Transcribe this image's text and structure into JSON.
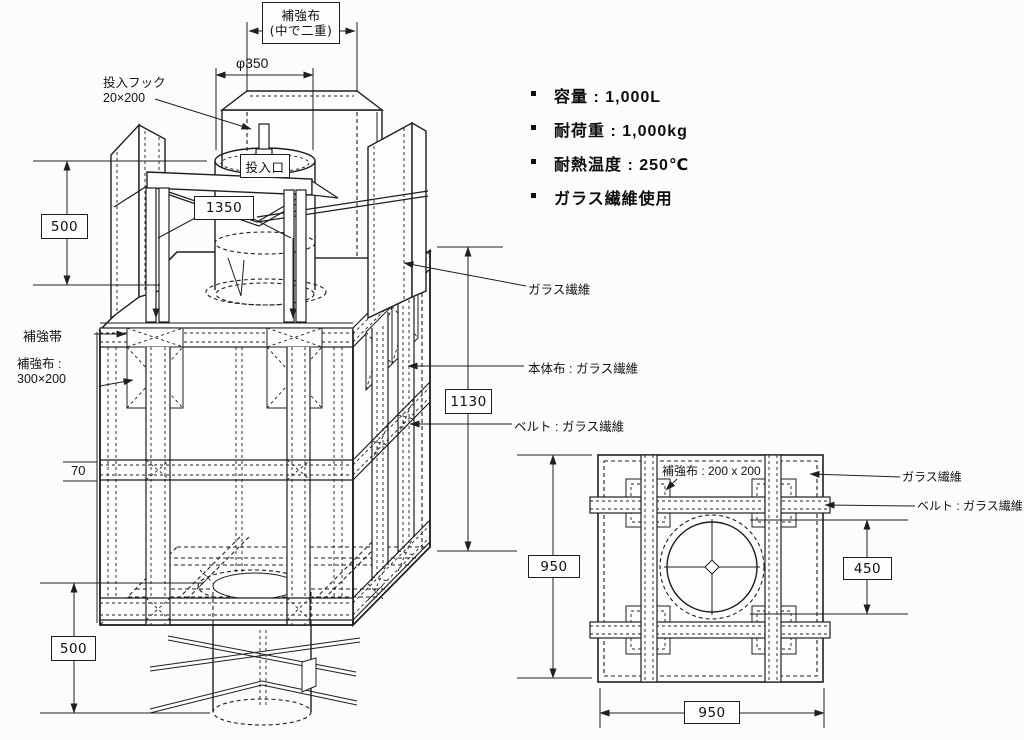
{
  "page": {
    "background": "#fcfcfa",
    "ink": "#1f1f1f"
  },
  "specs": {
    "items": [
      "容量 : 1,000L",
      "耐荷重 : 1,000kg",
      "耐熱温度 : 250℃",
      "ガラス繊維使用"
    ]
  },
  "main_view": {
    "top_cover_box": {
      "line1": "補強布",
      "line2": "(中で二重)"
    },
    "inlet_hook": {
      "line1": "投入フック",
      "line2": "20×200"
    },
    "inlet_port": "投入口",
    "reinforcement_band": "補強帯",
    "reinforcement_cloth": {
      "line1": "補強布 :",
      "line2": "300×200"
    },
    "glass_fiber": "ガラス繊維",
    "body_cloth": "本体布 : ガラス繊維",
    "belt": "ベルト : ガラス繊維",
    "dims": {
      "inlet_dia": "φ350",
      "frame_width": "1350",
      "loop_height": "500",
      "belt_width": "70",
      "body_height": "1130",
      "spout_length": "500"
    }
  },
  "base_view": {
    "reinforcement_cloth": "補強布 : 200 x 200",
    "glass_fiber": "ガラス繊維",
    "belt": "ベルト : ガラス繊維",
    "dims": {
      "width": "950",
      "height": "950",
      "hole_dia": "450"
    }
  }
}
